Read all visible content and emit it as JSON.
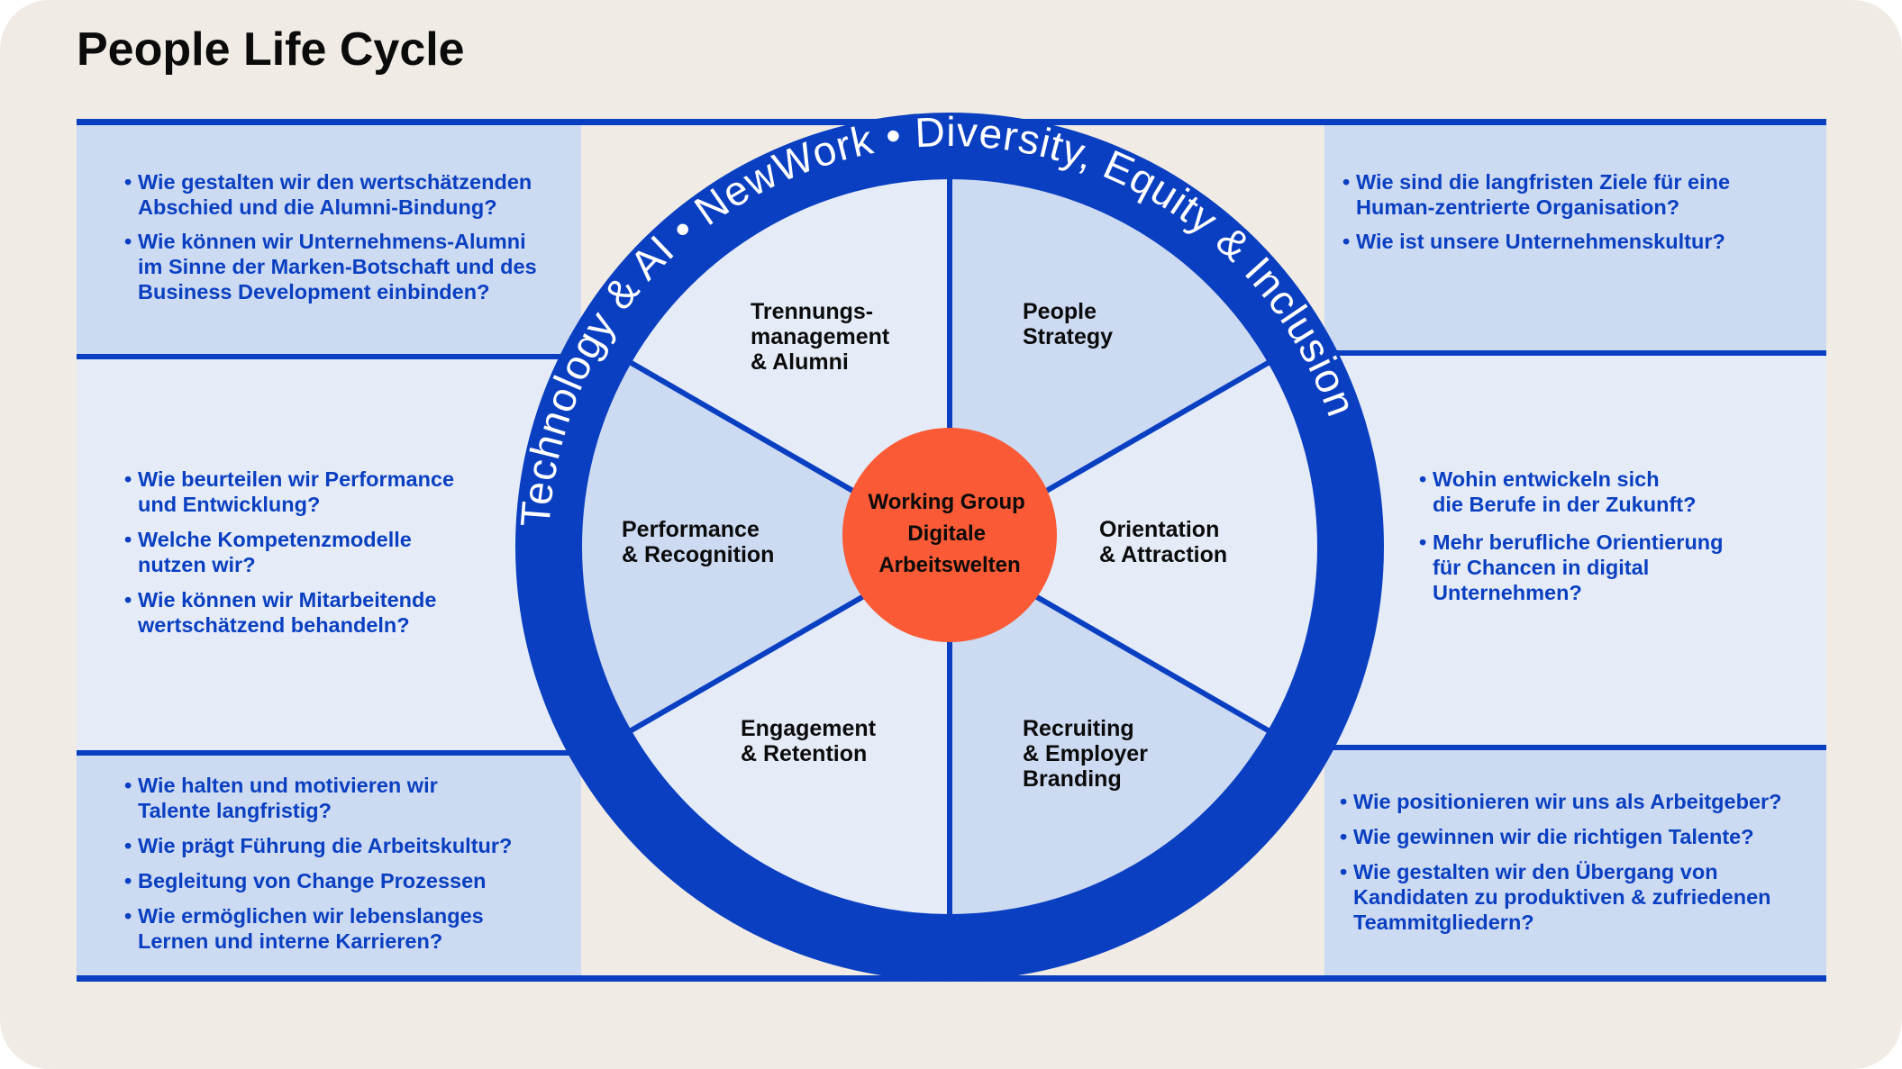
{
  "title": "People Life Cycle",
  "colors": {
    "page_bg": "#f0ebe4",
    "band_dark": "#ccdaf2",
    "band_light": "#e5ecf8",
    "accent_blue": "#0a3fc1",
    "center_orange": "#fa5a35",
    "segment_dark": "#ccdaf2",
    "segment_light": "#e5ecf8"
  },
  "ring_text": "Technology & AI • NewWork • Diversity, Equity & Inclusion",
  "center": {
    "lines": [
      "Working Group",
      "Digitale",
      "Arbeitswelten"
    ]
  },
  "segments": [
    {
      "id": "trennung",
      "lines": [
        "Trennungs-",
        "management",
        "& Alumni"
      ]
    },
    {
      "id": "strategy",
      "lines": [
        "People",
        "Strategy"
      ]
    },
    {
      "id": "orientation",
      "lines": [
        "Orientation",
        "& Attraction"
      ]
    },
    {
      "id": "recruiting",
      "lines": [
        "Recruiting",
        "& Employer",
        "Branding"
      ]
    },
    {
      "id": "engagement",
      "lines": [
        "Engagement",
        "& Retention"
      ]
    },
    {
      "id": "performance",
      "lines": [
        "Performance",
        "& Recognition"
      ]
    }
  ],
  "questions": {
    "top_left": [
      [
        "Wie gestalten wir den wertschätzenden",
        "Abschied und die Alumni-Bindung?"
      ],
      [
        "Wie können wir Unternehmens-Alumni",
        "im Sinne der Marken-Botschaft und des",
        "Business Development einbinden?"
      ]
    ],
    "mid_left": [
      [
        "Wie beurteilen wir Performance",
        "und Entwicklung?"
      ],
      [
        "Welche Kompetenzmodelle",
        "nutzen wir?"
      ],
      [
        "Wie können wir Mitarbeitende",
        "wertschätzend behandeln?"
      ]
    ],
    "bottom_left": [
      [
        "Wie halten und motivieren wir",
        "Talente langfristig?"
      ],
      [
        "Wie prägt Führung die Arbeitskultur?"
      ],
      [
        "Begleitung von Change Prozessen"
      ],
      [
        "Wie ermöglichen wir lebenslanges",
        "Lernen und interne Karrieren?"
      ]
    ],
    "top_right": [
      [
        "Wie sind die langfristen Ziele für eine",
        "Human-zentrierte Organisation?"
      ],
      [
        "Wie ist unsere Unternehmenskultur?"
      ]
    ],
    "mid_right": [
      [
        "Wohin entwickeln sich",
        "die Berufe in der Zukunft?"
      ],
      [
        "Mehr berufliche Orientierung",
        "für Chancen in digital",
        "Unternehmen?"
      ]
    ],
    "bottom_right": [
      [
        "Wie positionieren wir uns als Arbeitgeber?"
      ],
      [
        "Wie gewinnen wir die richtigen Talente?"
      ],
      [
        "Wie gestalten wir den Übergang von",
        "Kandidaten zu produktiven & zufriedenen",
        "Teammitgliedern?"
      ]
    ]
  }
}
